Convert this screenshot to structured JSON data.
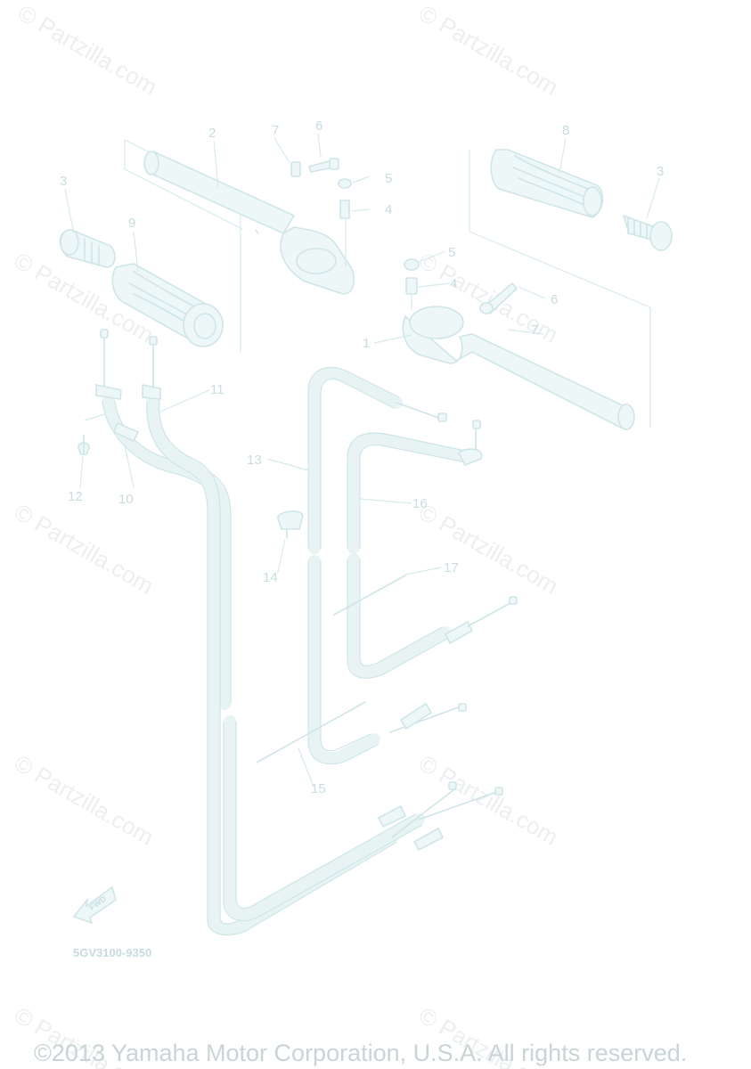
{
  "watermark_text": "© Partzilla.com",
  "diagram_code": "5GV3100-9350",
  "copyright": "©2013 Yamaha Motor Corporation, U.S.A. All rights reserved.",
  "fwd_label": "FWD",
  "callouts": {
    "c1": "1",
    "c2": "2",
    "c3a": "3",
    "c3b": "3",
    "c4": "4",
    "c5a": "5",
    "c5b": "5",
    "c6a": "6",
    "c6b": "6",
    "c7a": "7",
    "c7b": "7",
    "c8": "8",
    "c9": "9",
    "c10": "10",
    "c11": "11",
    "c12": "12",
    "c13": "13",
    "c14": "14",
    "c15": "15",
    "c16": "16",
    "c17": "17"
  }
}
